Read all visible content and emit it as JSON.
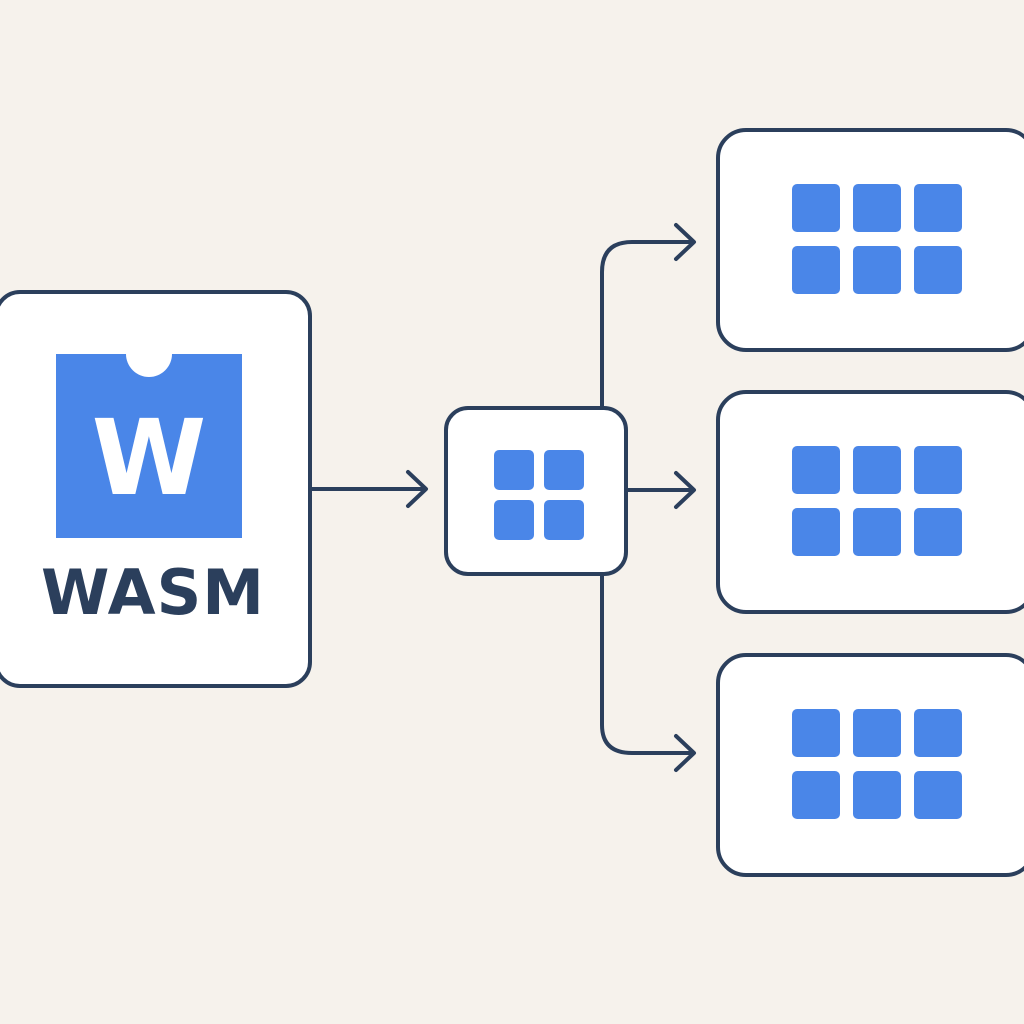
{
  "source": {
    "logo_letter": "W",
    "label": "WASM",
    "logo_icon": "webassembly-logo-icon"
  },
  "hub": {
    "icon": "four-square-grid-icon",
    "cells": 4
  },
  "targets": [
    {
      "icon": "six-square-grid-icon",
      "cells": 6
    },
    {
      "icon": "six-square-grid-icon",
      "cells": 6
    },
    {
      "icon": "six-square-grid-icon",
      "cells": 6
    }
  ],
  "colors": {
    "background": "#f6f2ec",
    "outline": "#2b3f5c",
    "accent": "#4a86e8",
    "card": "#ffffff"
  }
}
